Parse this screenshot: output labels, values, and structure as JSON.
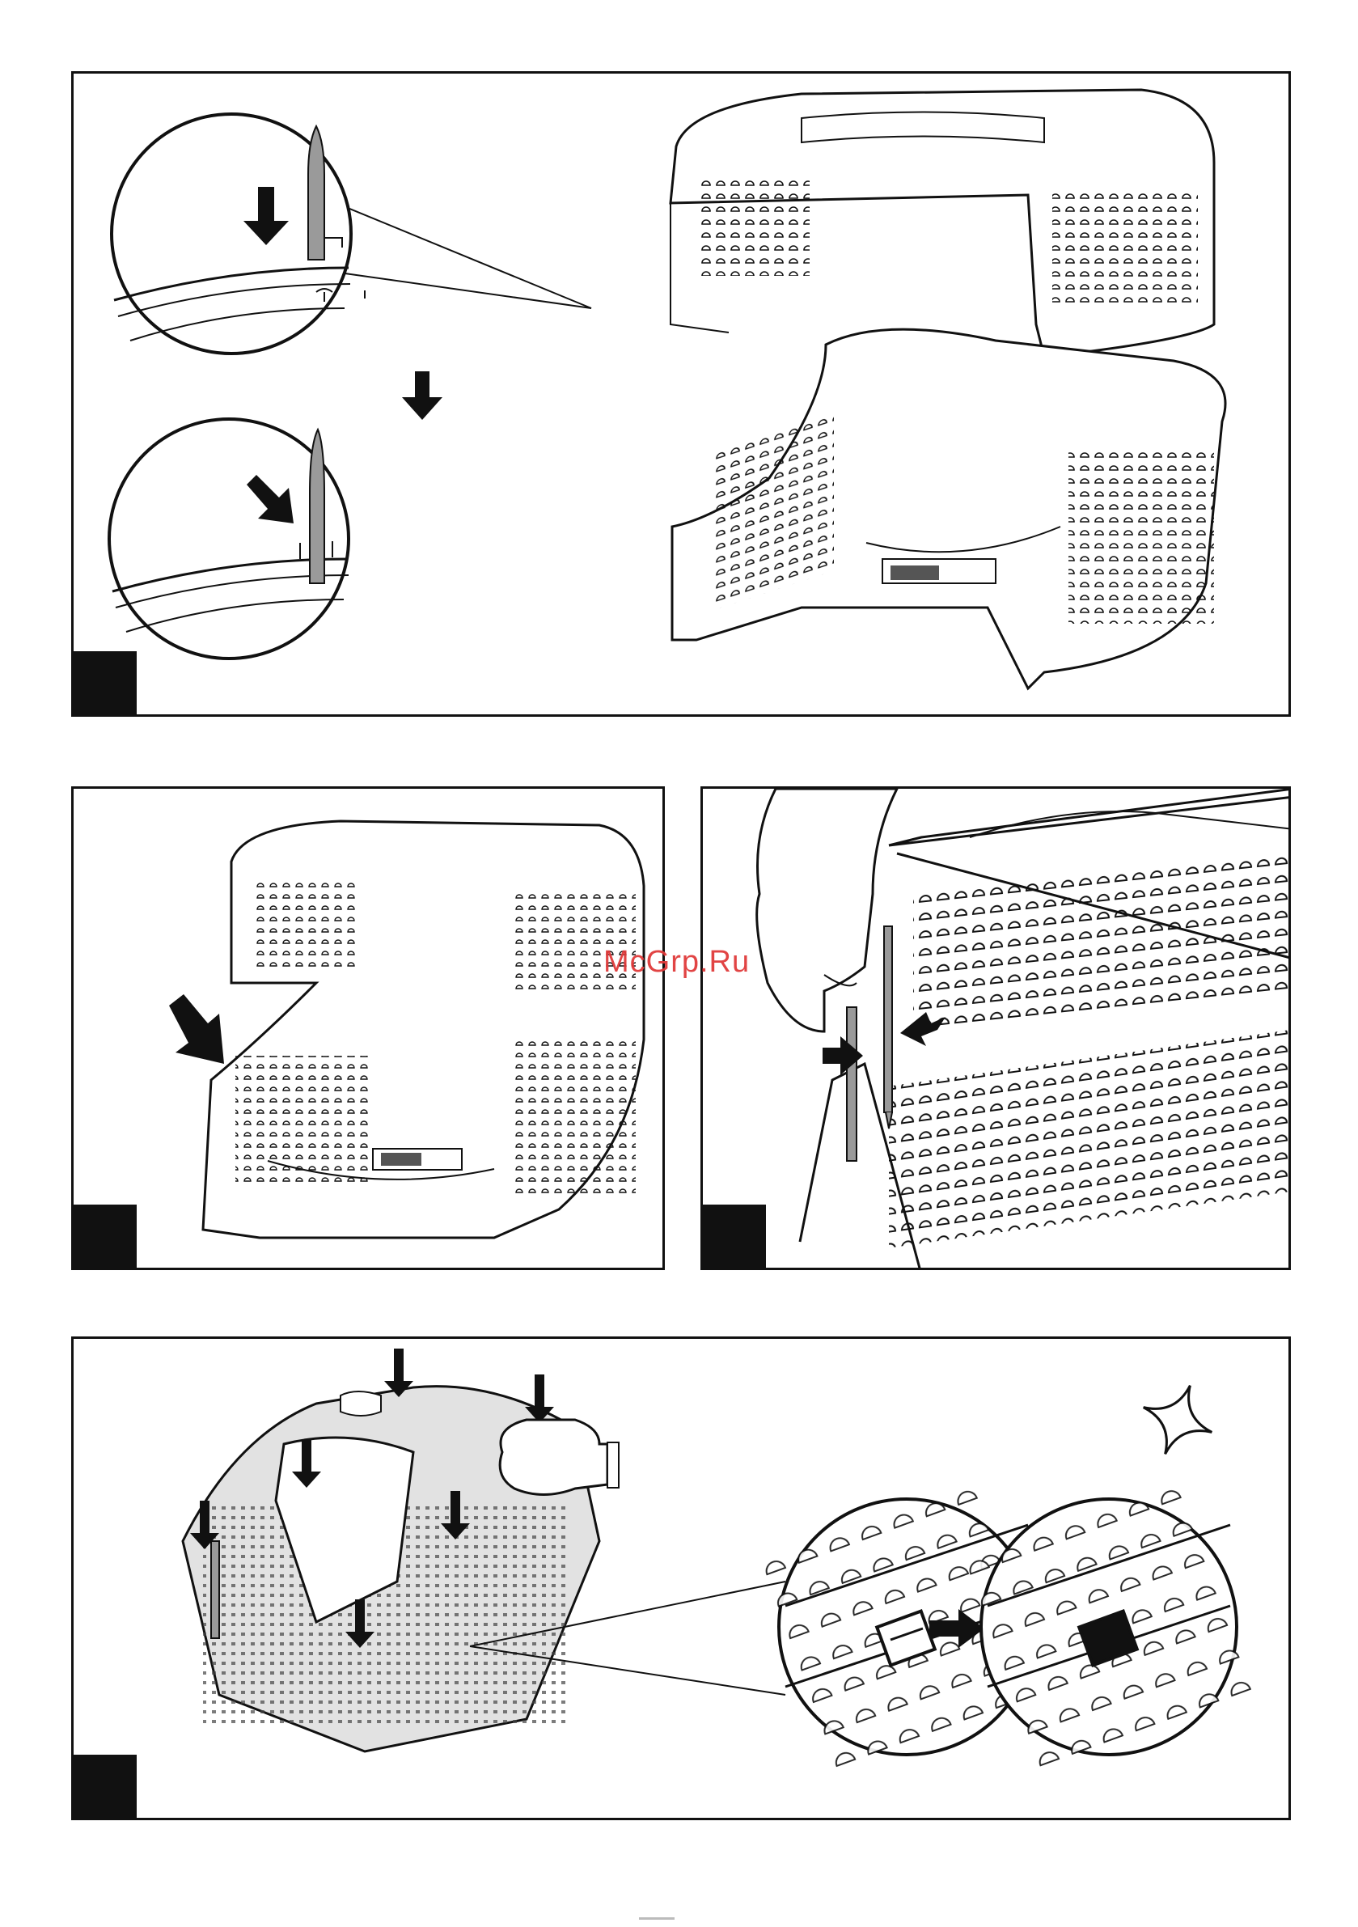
{
  "watermark": {
    "text": "McGrp.Ru",
    "color": "#e03a3a"
  },
  "colors": {
    "line": "#111111",
    "fill_grey": "#9a9a9a",
    "body_grey": "#e2e2e2"
  },
  "panels": [
    {
      "id": "panel-1",
      "icons": [
        "magnifier-circle-icon",
        "arrow-down-icon",
        "arrow-diagonal-icon"
      ]
    },
    {
      "id": "panel-2",
      "icons": [
        "arrow-diagonal-icon"
      ]
    },
    {
      "id": "panel-3",
      "icons": [
        "hand-icon",
        "arrow-right-icon"
      ]
    },
    {
      "id": "panel-4",
      "icons": [
        "arrow-down-icon",
        "fist-icon",
        "sparkle-icon",
        "magnifier-circle-icon"
      ]
    }
  ]
}
